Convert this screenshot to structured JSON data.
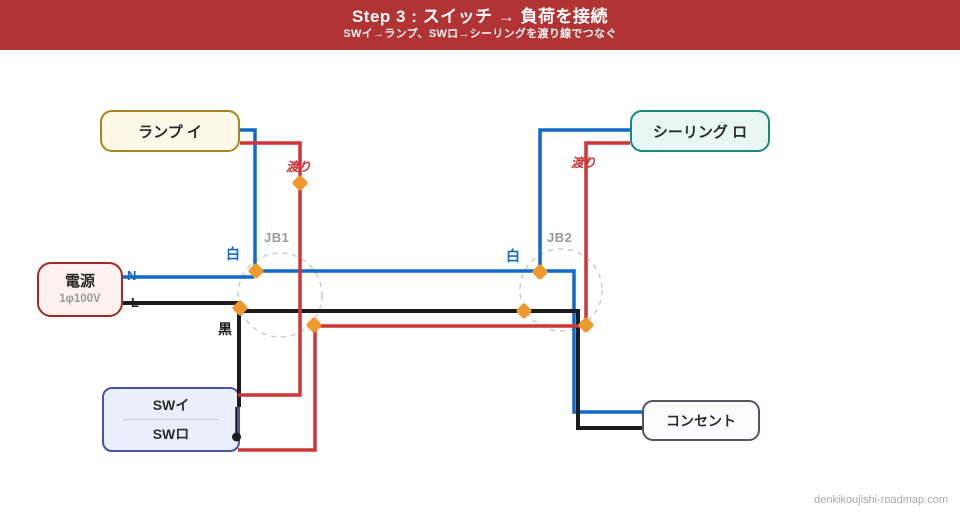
{
  "header": {
    "title": "Step 3 : スイッチ → 負荷を接続",
    "subtitle": "SWイ→ランプ、SWロ→シーリングを渡り線でつなぐ"
  },
  "components": {
    "lamp": {
      "label": "ランプ イ"
    },
    "ceiling": {
      "label": "シーリング ロ"
    },
    "power": {
      "label": "電源",
      "spec": "1φ100V"
    },
    "switch_box": {
      "sw1": "SWイ",
      "sw2": "SWロ"
    },
    "outlet": {
      "label": "コンセント"
    }
  },
  "junction_boxes": {
    "jb1": "JB1",
    "jb2": "JB2"
  },
  "wire_labels": {
    "n": "N",
    "l": "L",
    "white_jb1": "白",
    "white_jb2": "白",
    "black": "黒",
    "crossover_lamp": "渡り",
    "crossover_ceiling": "渡り"
  },
  "colors": {
    "header-bg": "#b23333",
    "wire-white": "#1169c8",
    "wire-black": "#1c1c1c",
    "wire-cross": "#cd3636",
    "junction": "#ef982d",
    "jb-circle": "#cccccc",
    "lamp-bg": "#fdf8e8",
    "lamp-border": "#a8851e",
    "ceiling-bg": "#e9f7f3",
    "ceiling-border": "#17897d",
    "power-bg": "#fdf2f1",
    "power-border": "#a12a24",
    "sw-bg": "#e9f0fb",
    "sw-border": "#4a52a8",
    "outlet-bg": "#fcfcfe",
    "outlet-border": "#55555f",
    "label-gray": "#9a9a9a",
    "watermark": "#a9a9a9"
  },
  "watermark": "denkikoujishi-roadmap.com"
}
